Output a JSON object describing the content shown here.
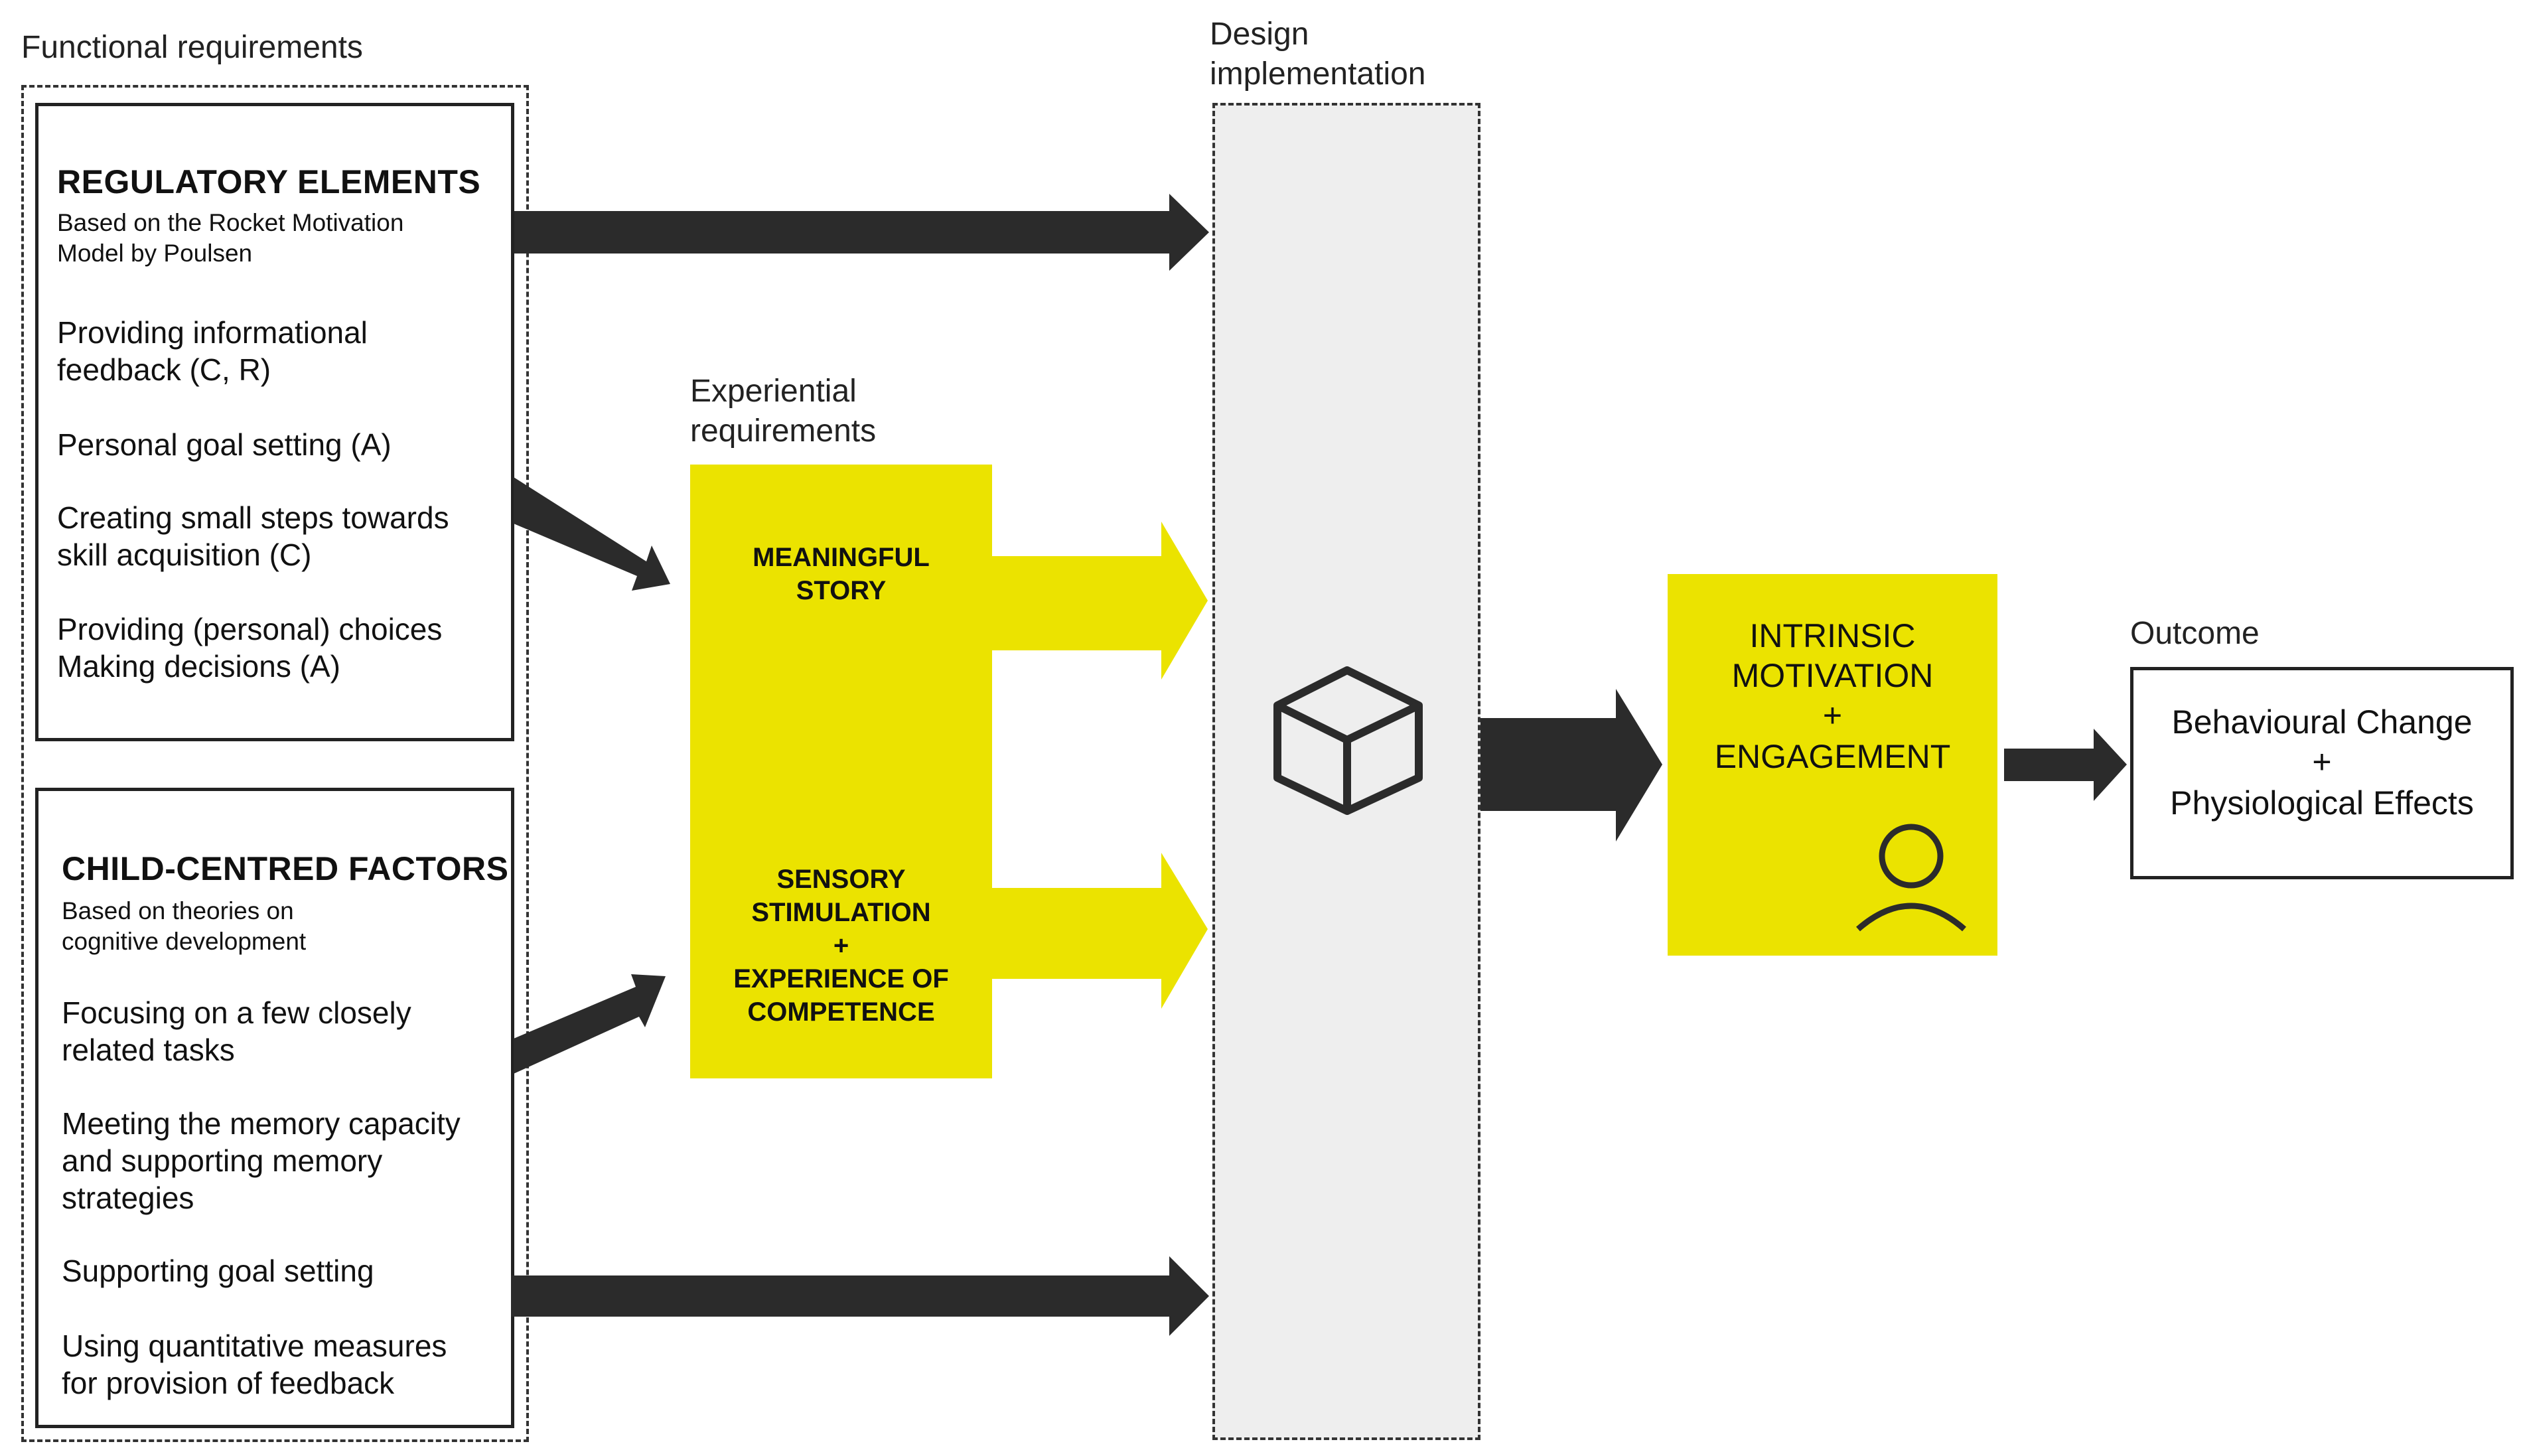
{
  "functional": {
    "label": "Functional requirements",
    "regulatory": {
      "title": "REGULATORY ELEMENTS",
      "subtitle": "Based on the Rocket Motivation Model by Poulsen",
      "items": [
        "Providing informational\nfeedback (C, R)",
        "Personal goal setting (A)",
        "Creating small steps towards\nskill acquisition (C)",
        "Providing (personal) choices\nMaking decisions (A)"
      ]
    },
    "child": {
      "title": "CHILD-CENTRED FACTORS",
      "subtitle": "Based on theories on cognitive development",
      "items": [
        "Focusing on a few closely\nrelated tasks",
        "Meeting the memory capacity\nand supporting memory\nstrategies",
        "Supporting goal setting",
        "Using quantitative measures\nfor provision of feedback"
      ]
    }
  },
  "experiential": {
    "label": "Experiential requirements",
    "block1": "MEANINGFUL\nSTORY",
    "block2": "SENSORY\nSTIMULATION\n+\nEXPERIENCE OF\nCOMPETENCE"
  },
  "design": {
    "label": "Design implementation",
    "icon": "cube-icon"
  },
  "intrinsic": {
    "line1": "INTRINSIC",
    "line2": "MOTIVATION",
    "plus": "+",
    "line3": "ENGAGEMENT",
    "icon": "person-icon"
  },
  "outcome": {
    "label": "Outcome",
    "line1": "Behavioural Change",
    "plus": "+",
    "line2": "Physiological Effects"
  },
  "colors": {
    "accent_yellow": "#ebe300",
    "arrow_dark": "#2b2b2b",
    "panel_grey": "#eeeeee"
  }
}
